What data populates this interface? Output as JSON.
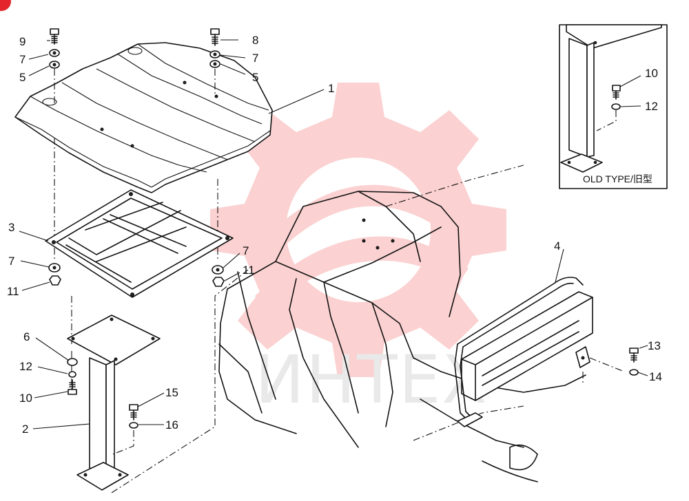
{
  "labels": {
    "c9": "9",
    "c7a": "7",
    "c5a": "5",
    "c8": "8",
    "c7b": "7",
    "c5b": "5",
    "c1": "1",
    "c3": "3",
    "c7c": "7",
    "c11a": "11",
    "c7d": "7",
    "c11b": "11",
    "c6": "6",
    "c12": "12",
    "c10": "10",
    "c2": "2",
    "c15": "15",
    "c16": "16",
    "c4": "4",
    "c13": "13",
    "c14": "14",
    "inset10": "10",
    "inset12": "12"
  },
  "inset": {
    "caption": "OLD TYPE/旧型"
  },
  "watermark": {
    "text": "ИНТЕХ",
    "color": "#e83a3a"
  }
}
